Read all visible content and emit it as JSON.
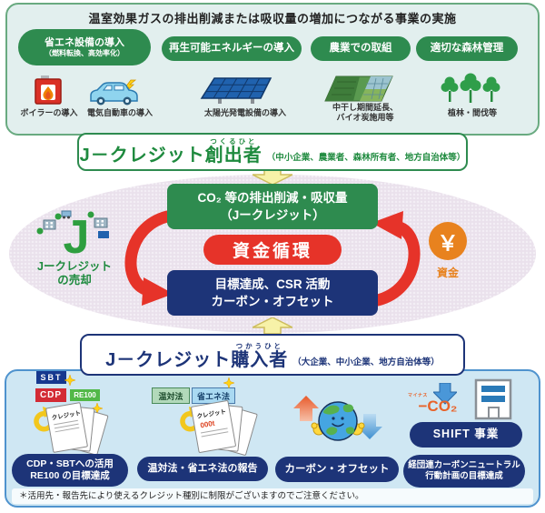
{
  "colors": {
    "green": "#2e8b4f",
    "navy": "#1d3478",
    "red": "#e63329",
    "orange": "#e8821e",
    "panel_blue": "#cfe7f3",
    "panel_teal": "#e2efee"
  },
  "header": {
    "title": "温室効果ガスの排出削減または吸収量の増加につながる事業の実施"
  },
  "categories": [
    {
      "label": "省エネ設備の導入",
      "sublabel": "（燃料転換、高効率化）"
    },
    {
      "label": "再生可能エネルギーの導入"
    },
    {
      "label": "農業での取組"
    },
    {
      "label": "適切な森林管理"
    }
  ],
  "examples": [
    {
      "icon": "boiler-icon",
      "line1": "ボイラーの導入"
    },
    {
      "icon": "ev-car-icon",
      "line1": "電気自動車の導入"
    },
    {
      "icon": "solar-panel-icon",
      "line1": "太陽光発電設備の導入"
    },
    {
      "icon": "farm-field-icon",
      "line1": "中干し期間延長、",
      "line2": "バイオ炭施用等"
    },
    {
      "icon": "trees-icon",
      "line1": "植林・間伐等"
    }
  ],
  "creator": {
    "title_prefix": "J－クレジット",
    "title_main": "創出者",
    "furigana": "つくるひと",
    "members": "（中小企業、農業者、森林所有者、地方自治体等）"
  },
  "cycle": {
    "credit_box_line1": "CO₂ 等の排出削減・吸収量",
    "credit_box_line2": "（Jークレジット）",
    "money_label": "資金循環",
    "usage_line1": "目標達成、CSR 活動",
    "usage_line2": "カーボン・オフセット",
    "j_logo": "J",
    "sell_line1": "Jークレジット",
    "sell_line2": "の売却",
    "yen_symbol": "￥",
    "fund_label": "資金"
  },
  "purchaser": {
    "title_prefix": "J－クレジット",
    "title_main": "購入者",
    "furigana": "つかうひと",
    "members": "（大企業、中小企業、地方自治体等）"
  },
  "usage_panel": {
    "groups": [
      {
        "badges": [
          "SBT",
          "CDP",
          "RE100"
        ],
        "paper_label": "クレジット",
        "pill_line1": "CDP・SBTへの活用",
        "pill_line2": "RE100 の目標達成"
      },
      {
        "badges": [
          "温対法",
          "省エネ法"
        ],
        "paper_label": "クレジット",
        "paper_sub": "000t",
        "pill_line1": "温対法・省エネ法の報告"
      },
      {
        "icon": "earth-character-icon",
        "pill_line1": "カーボン・オフセット"
      },
      {
        "icon": "building-icon",
        "co2_label": "−CO₂",
        "co2_furigana": "マイナス",
        "shift_label": "SHIFT 事業",
        "pill_line1": "経団連カーボンニュートラル",
        "pill_line2": "行動計画の目標達成"
      }
    ],
    "footnote": "＊活用先・報告先により使えるクレジット種別に制限がございますのでご注意ください。"
  }
}
